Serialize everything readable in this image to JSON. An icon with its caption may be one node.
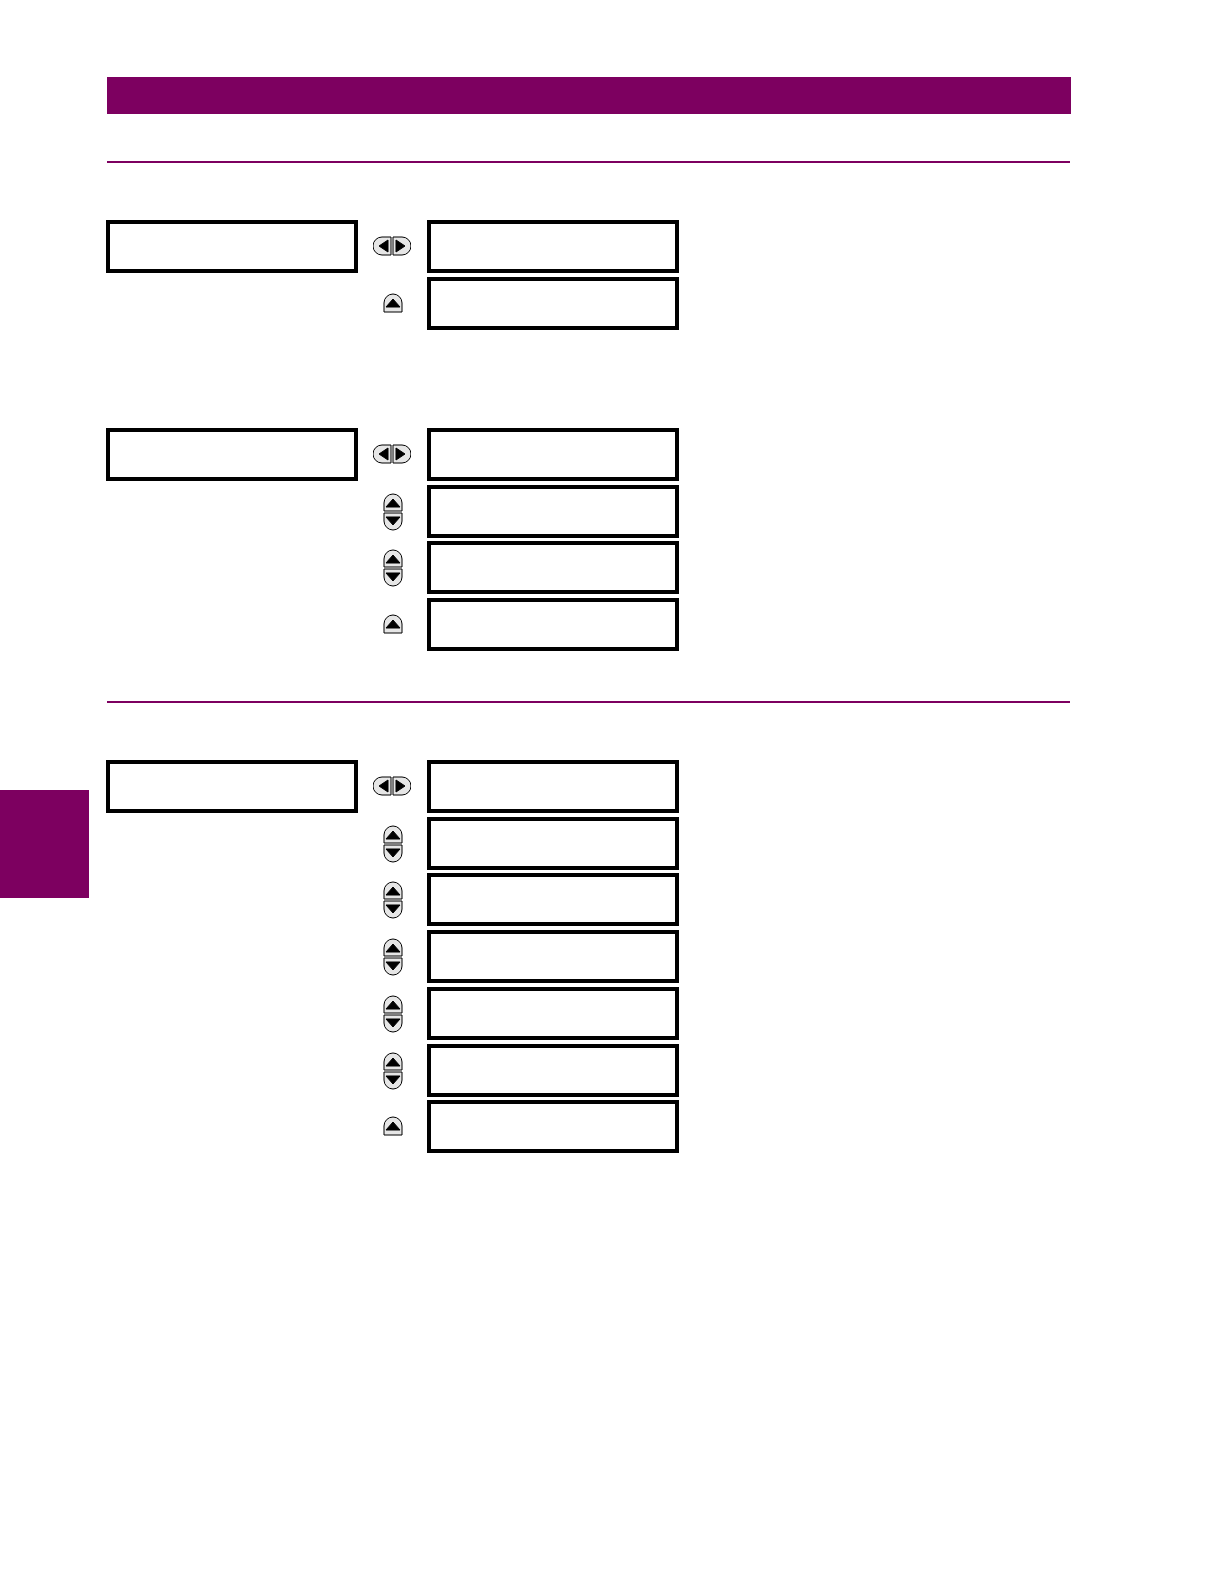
{
  "diagram": {
    "nodes": [
      {
        "text": [],
        "shape": "box"
      },
      {
        "text": [],
        "shape": "box"
      },
      {
        "text": [],
        "shape": "box"
      },
      {
        "text": [],
        "shape": "box"
      },
      {
        "text": [],
        "shape": "box"
      },
      {
        "text": [],
        "shape": "box"
      },
      {
        "text": [],
        "shape": "box"
      },
      {
        "text": [],
        "shape": "box"
      },
      {
        "text": [],
        "shape": "box"
      },
      {
        "text": [],
        "shape": "box"
      },
      {
        "text": [],
        "shape": "box"
      },
      {
        "text": [],
        "shape": "box"
      },
      {
        "text": [],
        "shape": "box"
      },
      {
        "text": [],
        "shape": "box"
      },
      {
        "text": [],
        "shape": "box"
      },
      {
        "text": [],
        "shape": "box"
      },
      {
        "text": [],
        "shape": "bar"
      }
    ]
  }
}
